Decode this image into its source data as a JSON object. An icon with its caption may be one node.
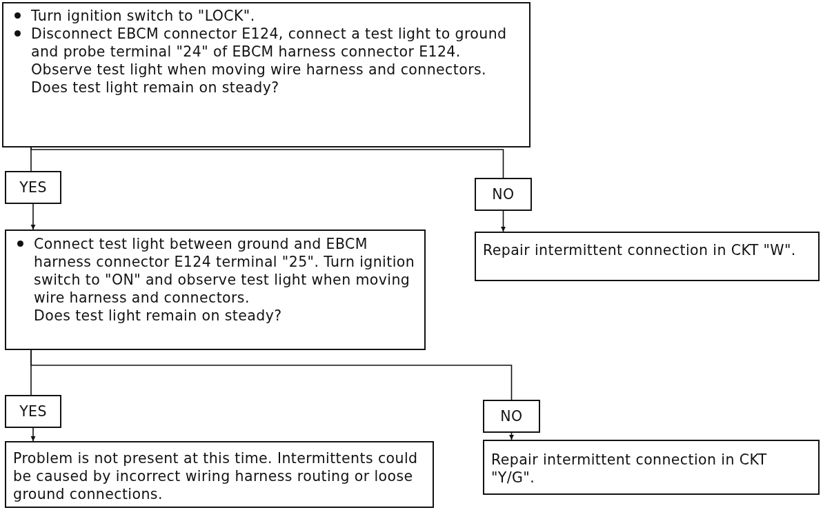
{
  "diagram": {
    "nodes": [
      {
        "text": [
          "Turn ignition switch to \"LOCK\".",
          "Disconnect EBCM connector E124, connect a test light to ground and probe terminal \"24\" of EBCM harness connector E124. Observe test light when moving wire harness and connectors.",
          "Does test light remain on steady?"
        ]
      },
      {
        "text": [
          "YES"
        ]
      },
      {
        "text": [
          "NO"
        ]
      },
      {
        "text": [
          "Connect test light between ground and EBCM harness connector E124 terminal \"25\". Turn ignition switch to \"ON\" and observe test light when moving wire harness and connectors.",
          "Does test light remain on steady?"
        ]
      },
      {
        "text": [
          "Repair intermittent connection in CKT \"W\"."
        ]
      },
      {
        "text": [
          "YES"
        ]
      },
      {
        "text": [
          "NO"
        ]
      },
      {
        "text": [
          "Problem is not present at this time. Intermittents could be caused by incorrect wiring harness routing or loose ground connections."
        ]
      },
      {
        "text": [
          "Repair intermittent connection in CKT \"Y/G\"."
        ]
      }
    ],
    "edges": [
      {
        "from": 0,
        "to": 1,
        "arrow": "none"
      },
      {
        "from": 0,
        "to": 2,
        "arrow": "none"
      },
      {
        "from": 1,
        "to": 3,
        "arrow": "to"
      },
      {
        "from": 2,
        "to": 4,
        "arrow": "to"
      },
      {
        "from": 3,
        "to": 5,
        "arrow": "none"
      },
      {
        "from": 3,
        "to": 6,
        "arrow": "none"
      },
      {
        "from": 5,
        "to": 7,
        "arrow": "to"
      },
      {
        "from": 6,
        "to": 8,
        "arrow": "to"
      }
    ]
  }
}
